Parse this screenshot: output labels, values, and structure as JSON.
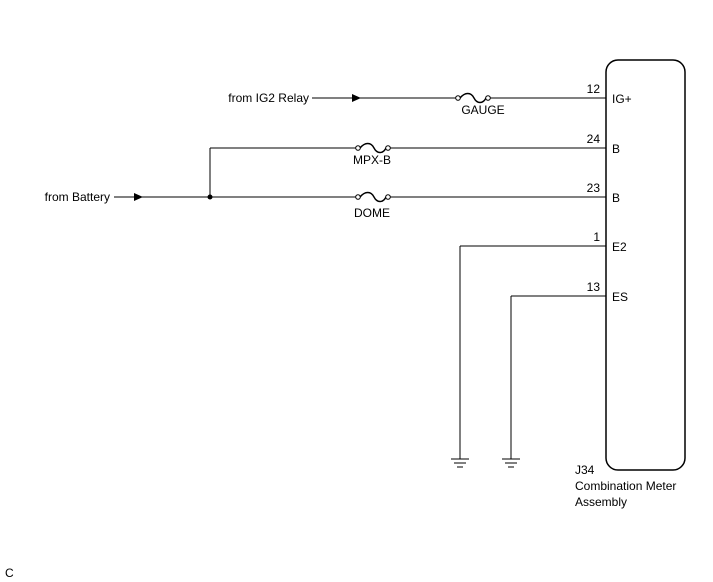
{
  "sources": {
    "ig2_relay": "from IG2 Relay",
    "battery": "from Battery"
  },
  "fuses": {
    "gauge": "GAUGE",
    "mpx_b": "MPX-B",
    "dome": "DOME"
  },
  "connector": {
    "id": "J34",
    "name_line1": "Combination Meter",
    "name_line2": "Assembly",
    "pins": [
      {
        "number": "12",
        "name": "IG+"
      },
      {
        "number": "24",
        "name": "B"
      },
      {
        "number": "23",
        "name": "B"
      },
      {
        "number": "1",
        "name": "E2"
      },
      {
        "number": "13",
        "name": "ES"
      }
    ]
  },
  "corner_mark": "C"
}
